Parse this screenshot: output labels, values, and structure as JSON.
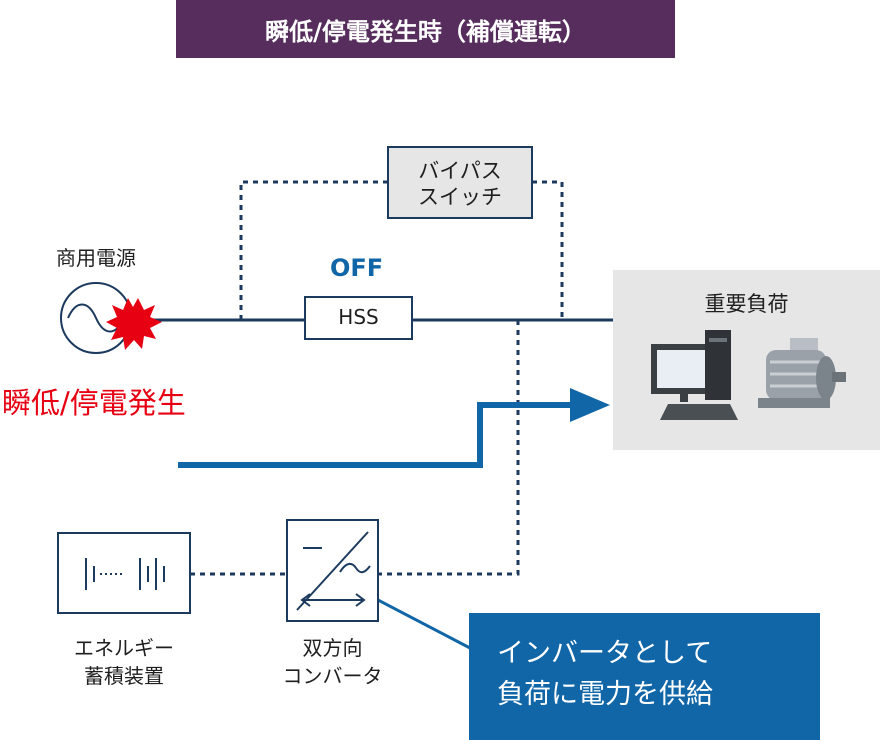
{
  "title": "瞬低/停電発生時（補償運転）",
  "power_source": {
    "label": "商用電源",
    "event_label": "瞬低/停電発生"
  },
  "bypass_switch": {
    "line1": "バイパス",
    "line2": "スイッチ"
  },
  "hss": {
    "label": "HSS",
    "state": "OFF"
  },
  "load": {
    "label": "重要負荷"
  },
  "storage": {
    "line1": "エネルギー",
    "line2": "蓄積装置"
  },
  "converter": {
    "line1": "双方向",
    "line2": "コンバータ"
  },
  "callout": {
    "line1": "インバータとして",
    "line2": "負荷に電力を供給"
  },
  "colors": {
    "title_bg": "#562d5c",
    "line_navy": "#1c3a5e",
    "flow_blue": "#1166a8",
    "alert_red": "#e60012",
    "box_gray": "#e6e6e6"
  }
}
